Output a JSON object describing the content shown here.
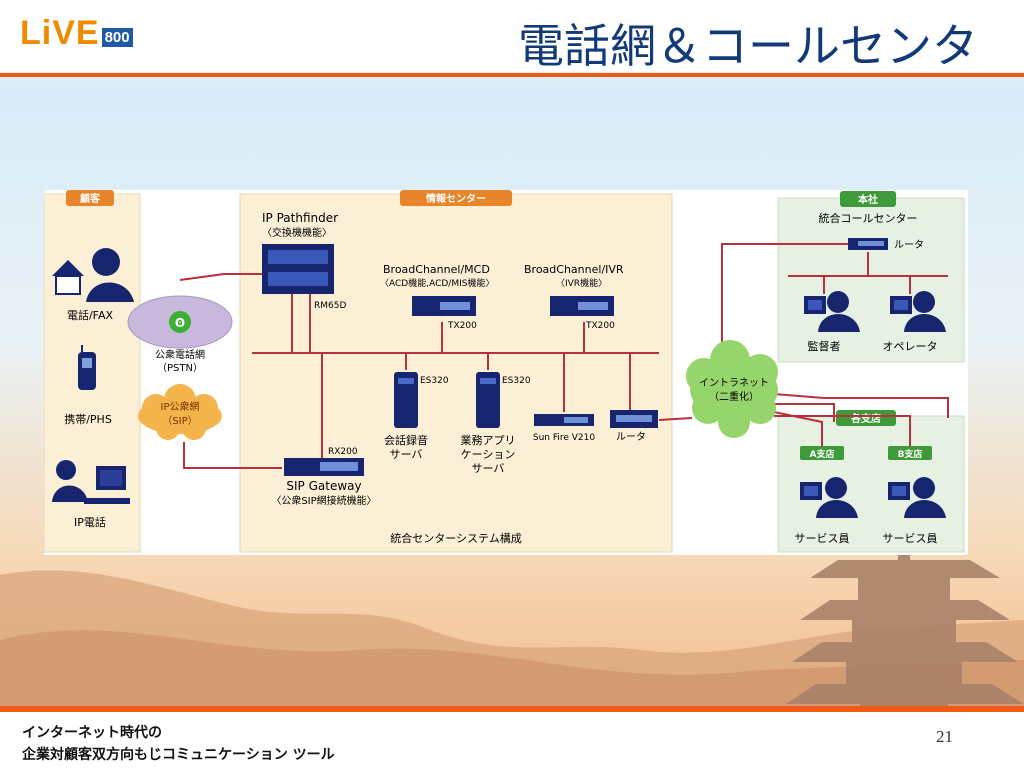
{
  "header": {
    "logo_text": "LiVE",
    "logo_number": "800",
    "title": "電話網＆コールセンタ"
  },
  "diagram": {
    "section_customers": "顧客",
    "section_info_center": "情報センター",
    "section_headquarters": "本社",
    "section_branches": "各支店",
    "customer_phone_fax": "電話/FAX",
    "customer_mobile": "携帯/PHS",
    "customer_ip_phone": "IP電話",
    "pstn_label_1": "公衆電話網",
    "pstn_label_2": "（PSTN）",
    "sip_label_1": "IP公衆網",
    "sip_label_2": "（SIP）",
    "pathfinder_title": "IP Pathfinder",
    "pathfinder_sub": "〈交換機機能〉",
    "pathfinder_model": "RM65D",
    "mcd_title": "BroadChannel/MCD",
    "mcd_sub": "〈ACD機能,ACD/MIS機能〉",
    "mcd_model": "TX200",
    "ivr_title": "BroadChannel/IVR",
    "ivr_sub": "〈IVR機能〉",
    "ivr_model": "TX200",
    "es320_a": "ES320",
    "es320_b": "ES320",
    "rec_server_1": "会話録音",
    "rec_server_2": "サーバ",
    "app_server_1": "業務アプリ",
    "app_server_2": "ケーション",
    "app_server_3": "サーバ",
    "sunfire": "Sun Fire V210",
    "router_center": "ルータ",
    "sip_gw_model": "RX200",
    "sip_gw_title": "SIP Gateway",
    "sip_gw_sub": "〈公衆SIP網接続機能〉",
    "system_caption": "統合センターシステム構成",
    "intranet_1": "イントラネット",
    "intranet_2": "（二重化）",
    "hq_title": "統合コールセンター",
    "hq_router": "ルータ",
    "supervisor": "監督者",
    "operator": "オペレータ",
    "branch_a": "A支店",
    "branch_b": "B支店",
    "service_staff_a": "サービス員",
    "service_staff_b": "サービス員"
  },
  "footer": {
    "line1": "インターネット時代の",
    "line2": "企業対顧客双方向もじコミュニケーション ツール",
    "page_number": "21"
  },
  "colors": {
    "accent_orange": "#f05a14",
    "title_blue": "#123a78",
    "panel_fill": "#fbf0d6",
    "hq_fill": "#e6f1e4",
    "link_red": "#b8303e",
    "device_blue": "#17246e"
  }
}
